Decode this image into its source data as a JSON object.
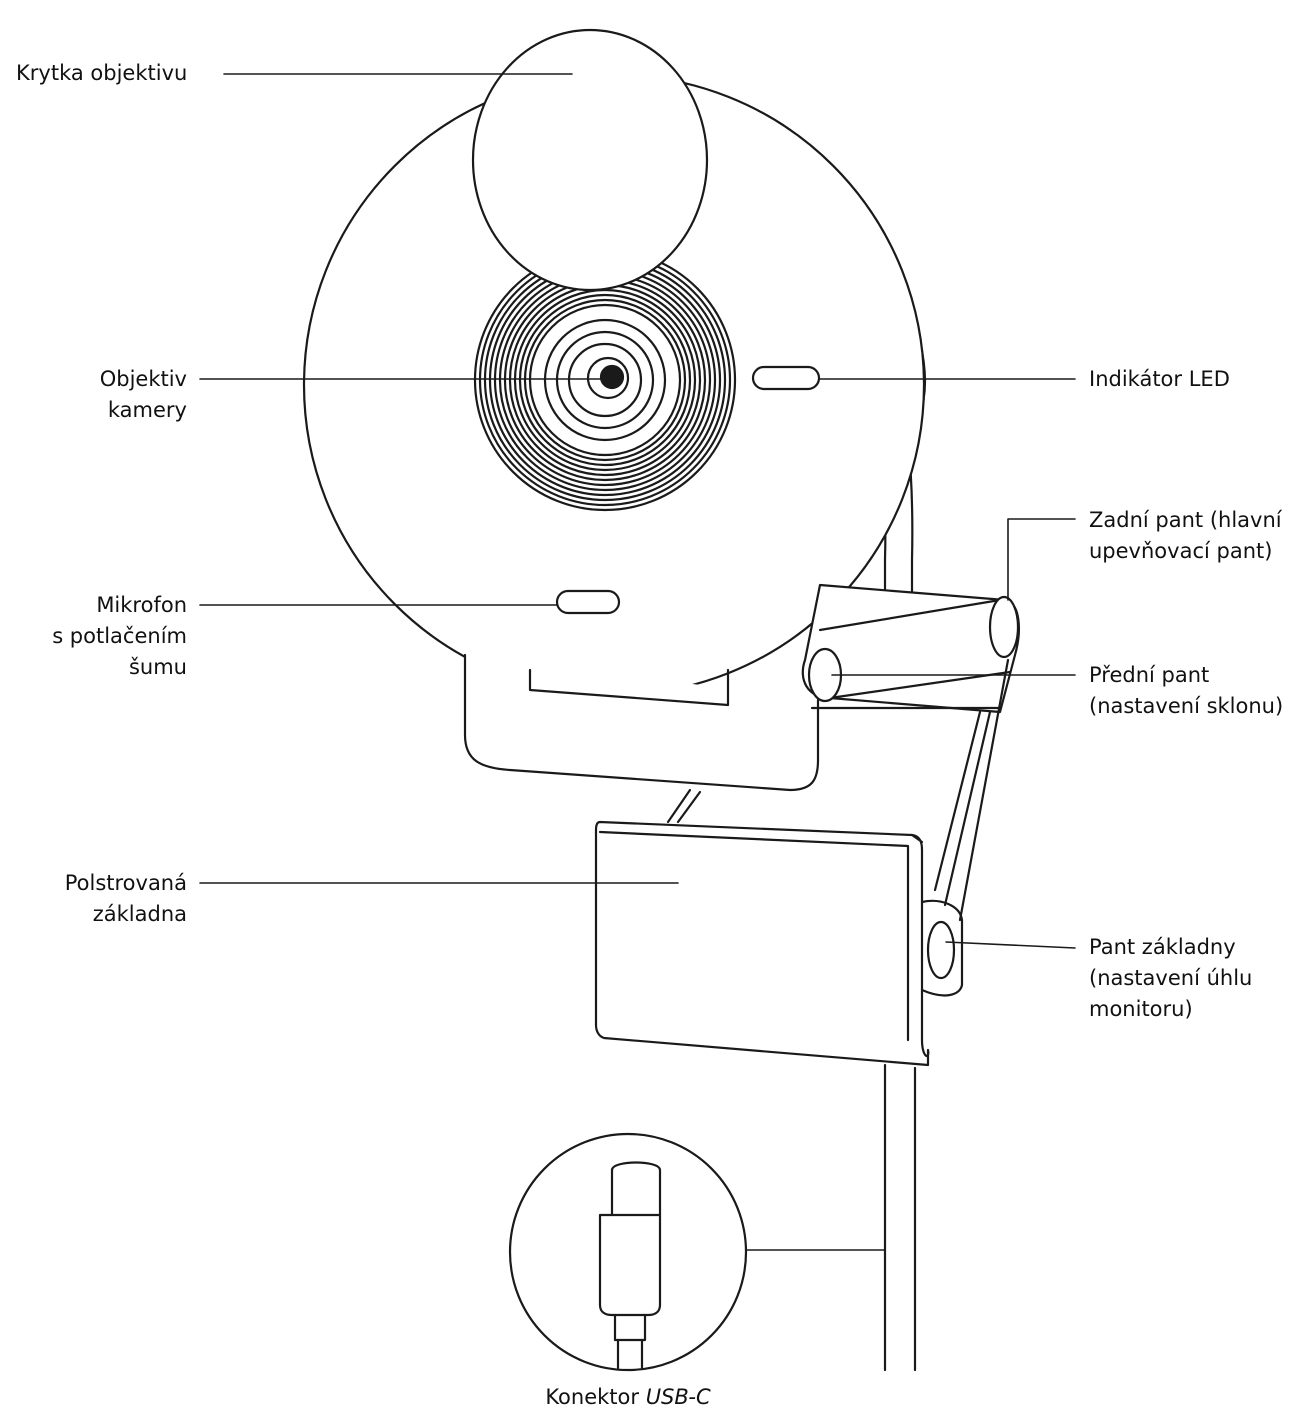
{
  "labels": {
    "lens_cover": "Krytka objektivu",
    "camera_lens": [
      "Objektiv",
      "kamery"
    ],
    "microphone": [
      "Mikrofon",
      "s potlačením",
      "šumu"
    ],
    "padded_base": [
      "Polstrovaná",
      "základna"
    ],
    "led_indicator": "Indikátor LED",
    "rear_hinge": [
      "Zadní pant (hlavní",
      "upevňovací pant)"
    ],
    "front_hinge": [
      "Přední pant",
      "(nastavení sklonu)"
    ],
    "base_hinge": [
      "Pant základny",
      "(nastavení úhlu",
      "monitoru)"
    ],
    "usb_connector": {
      "prefix": "Konektor ",
      "emph": "USB-C"
    }
  },
  "colors": {
    "stroke": "#1a1a1a",
    "fill": "#ffffff"
  }
}
